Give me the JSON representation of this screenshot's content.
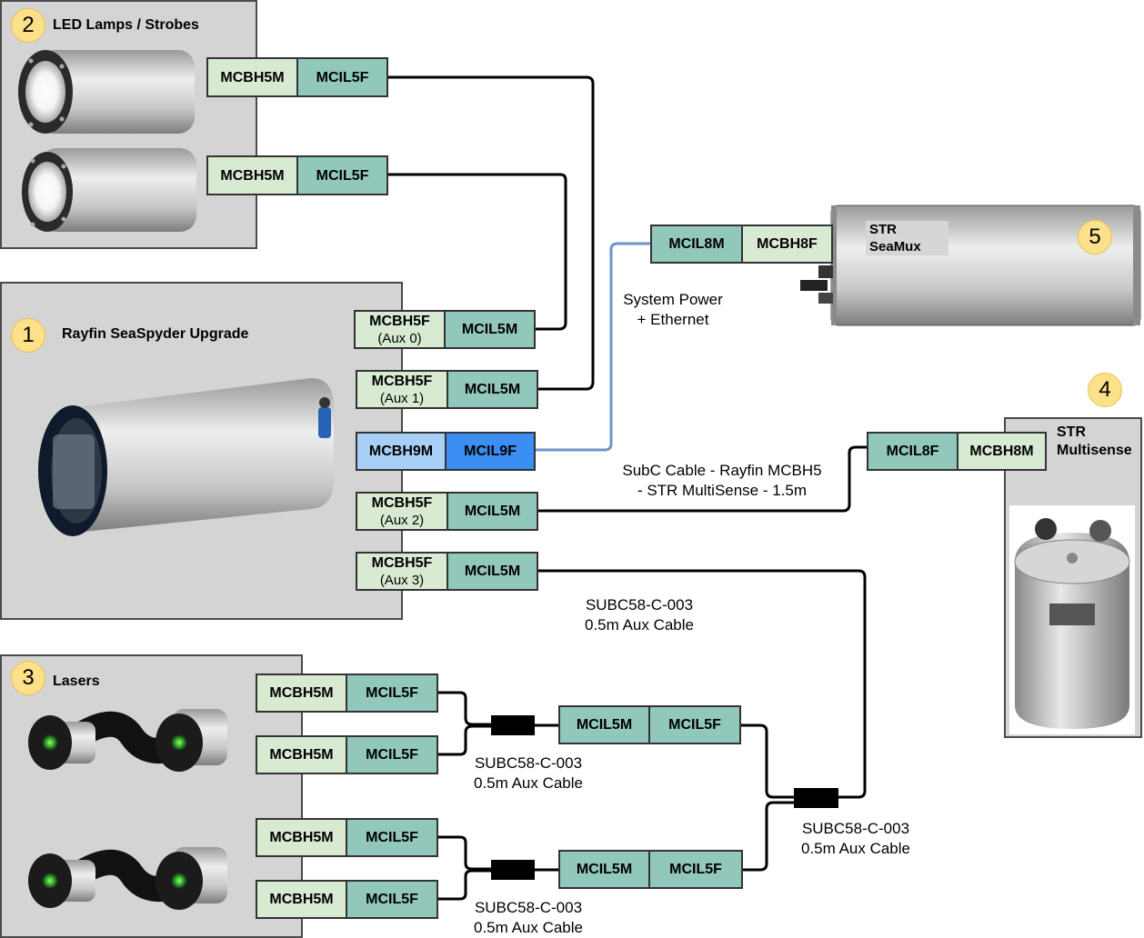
{
  "panels": {
    "led": {
      "number": "2",
      "title": "LED Lamps / Strobes"
    },
    "rayfin": {
      "number": "1",
      "title": "Rayfin SeaSpyder Upgrade"
    },
    "lasers": {
      "number": "3",
      "title": "Lasers"
    },
    "multisense": {
      "number": "4",
      "title_line1": "STR",
      "title_line2": "Multisense"
    },
    "seamux": {
      "number": "5",
      "title_line1": "STR",
      "title_line2": "SeaMux"
    }
  },
  "connectors": {
    "led1_a": "MCBH5M",
    "led1_b": "MCIL5F",
    "led2_a": "MCBH5M",
    "led2_b": "MCIL5F",
    "aux0_a": "MCBH5F",
    "aux0_a_sub": "(Aux 0)",
    "aux0_b": "MCIL5M",
    "aux1_a": "MCBH5F",
    "aux1_a_sub": "(Aux 1)",
    "aux1_b": "MCIL5M",
    "main_a": "MCBH9M",
    "main_b": "MCIL9F",
    "aux2_a": "MCBH5F",
    "aux2_a_sub": "(Aux 2)",
    "aux2_b": "MCIL5M",
    "aux3_a": "MCBH5F",
    "aux3_a_sub": "(Aux 3)",
    "aux3_b": "MCIL5M",
    "seamux_a": "MCIL8M",
    "seamux_b": "MCBH8F",
    "ms_a": "MCIL8F",
    "ms_b": "MCBH8M",
    "las1_a": "MCBH5M",
    "las1_b": "MCIL5F",
    "las2_a": "MCBH5M",
    "las2_b": "MCIL5F",
    "las3_a": "MCBH5M",
    "las3_b": "MCIL5F",
    "las4_a": "MCBH5M",
    "las4_b": "MCIL5F",
    "y1_a": "MCIL5M",
    "y1_b": "MCIL5F",
    "y2_a": "MCIL5M",
    "y2_b": "MCIL5F"
  },
  "notes": {
    "power_l1": "System Power",
    "power_l2": "+ Ethernet",
    "subc_l1": "SubC Cable - Rayfin MCBH5",
    "subc_l2": "- STR MultiSense - 1.5m",
    "aux3_l1": "SUBC58-C-003",
    "aux3_l2": "0.5m Aux Cable",
    "y1_l1": "SUBC58-C-003",
    "y1_l2": "0.5m Aux Cable",
    "y2_l1": "SUBC58-C-003",
    "y2_l2": "0.5m Aux Cable",
    "y3_l1": "SUBC58-C-003",
    "y3_l2": "0.5m Aux Cable"
  },
  "colors": {
    "panel": "#d4d4d4",
    "connector_light": "#d9ead3",
    "connector_teal": "#92c7bb",
    "connector_light_blue": "#a8d0f7",
    "connector_blue": "#3b8ef2",
    "cable": "#000000",
    "power_cable": "#6d95c8",
    "badge": "#fde08a"
  }
}
